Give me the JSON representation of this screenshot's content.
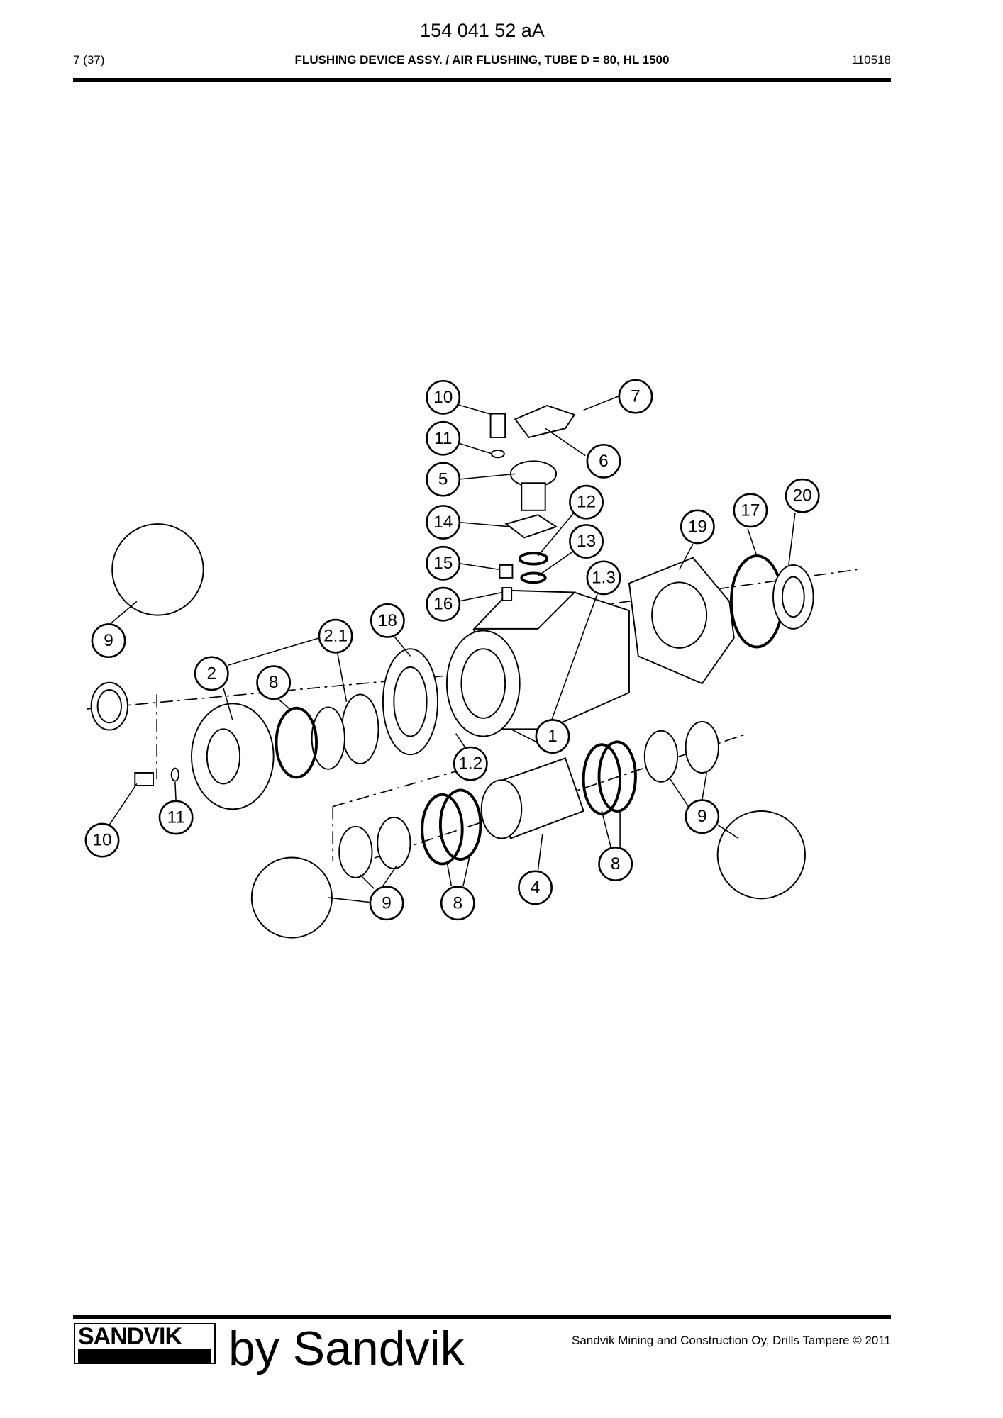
{
  "header": {
    "document_number": "154 041 52 aA",
    "page": "7 (37)",
    "title": "FLUSHING DEVICE ASSY. / AIR FLUSHING, TUBE D = 80, HL 1500",
    "date_code": "110518"
  },
  "diagram": {
    "callouts": [
      {
        "label": "10"
      },
      {
        "label": "7"
      },
      {
        "label": "11"
      },
      {
        "label": "6"
      },
      {
        "label": "5"
      },
      {
        "label": "12"
      },
      {
        "label": "14"
      },
      {
        "label": "13"
      },
      {
        "label": "20"
      },
      {
        "label": "17"
      },
      {
        "label": "19"
      },
      {
        "label": "15"
      },
      {
        "label": "1.3"
      },
      {
        "label": "16"
      },
      {
        "label": "18"
      },
      {
        "label": "2.1"
      },
      {
        "label": "9"
      },
      {
        "label": "2"
      },
      {
        "label": "8"
      },
      {
        "label": "1"
      },
      {
        "label": "1.2"
      },
      {
        "label": "11"
      },
      {
        "label": "10"
      },
      {
        "label": "9"
      },
      {
        "label": "8"
      },
      {
        "label": "4"
      },
      {
        "label": "9"
      },
      {
        "label": "8"
      }
    ]
  },
  "footer": {
    "copyright": "Sandvik Mining and Construction Oy, Drills Tampere © 2011",
    "logo_text": "SANDVIK",
    "by_text": "by Sandvik"
  }
}
